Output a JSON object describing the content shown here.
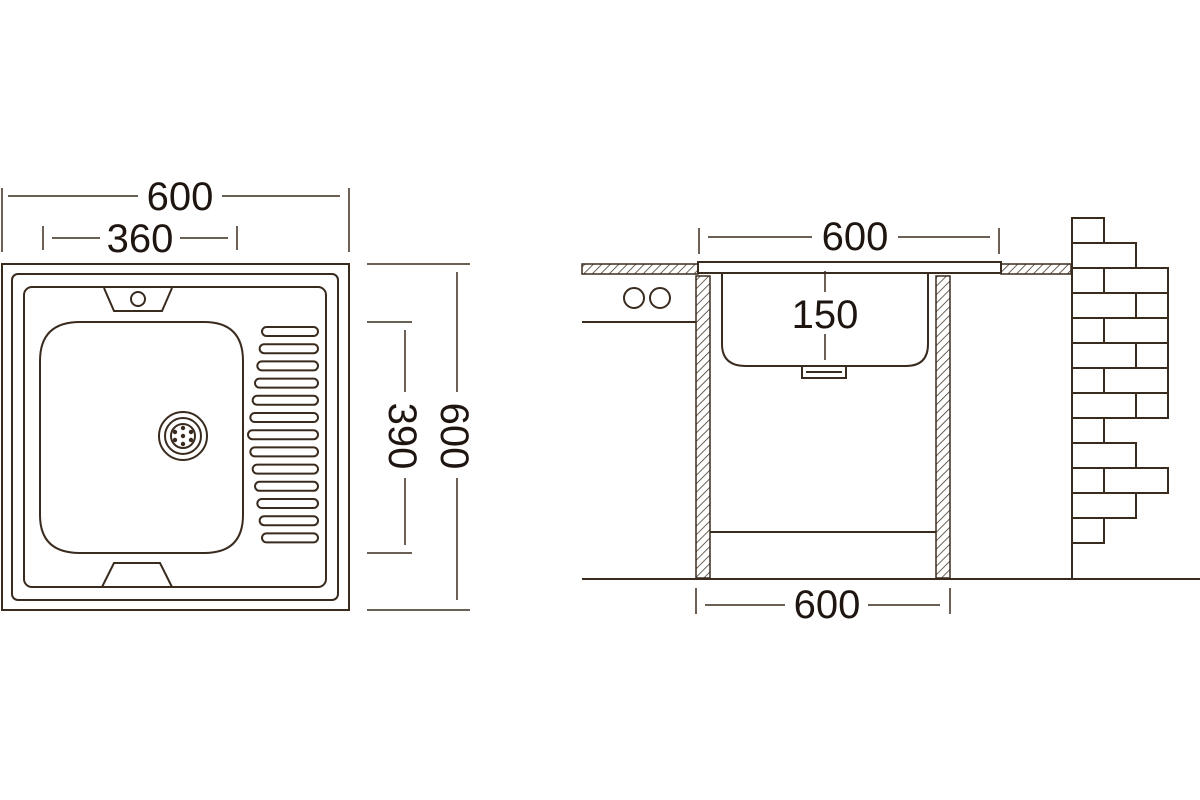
{
  "colors": {
    "stroke": "#3a2b1f",
    "text": "#1e1510",
    "background": "#ffffff"
  },
  "top_view": {
    "overall_width": "600",
    "bowl_width": "360",
    "bowl_depth": "390",
    "overall_depth": "600"
  },
  "side_view": {
    "sink_width": "600",
    "bowl_height": "150",
    "cabinet_width": "600"
  }
}
